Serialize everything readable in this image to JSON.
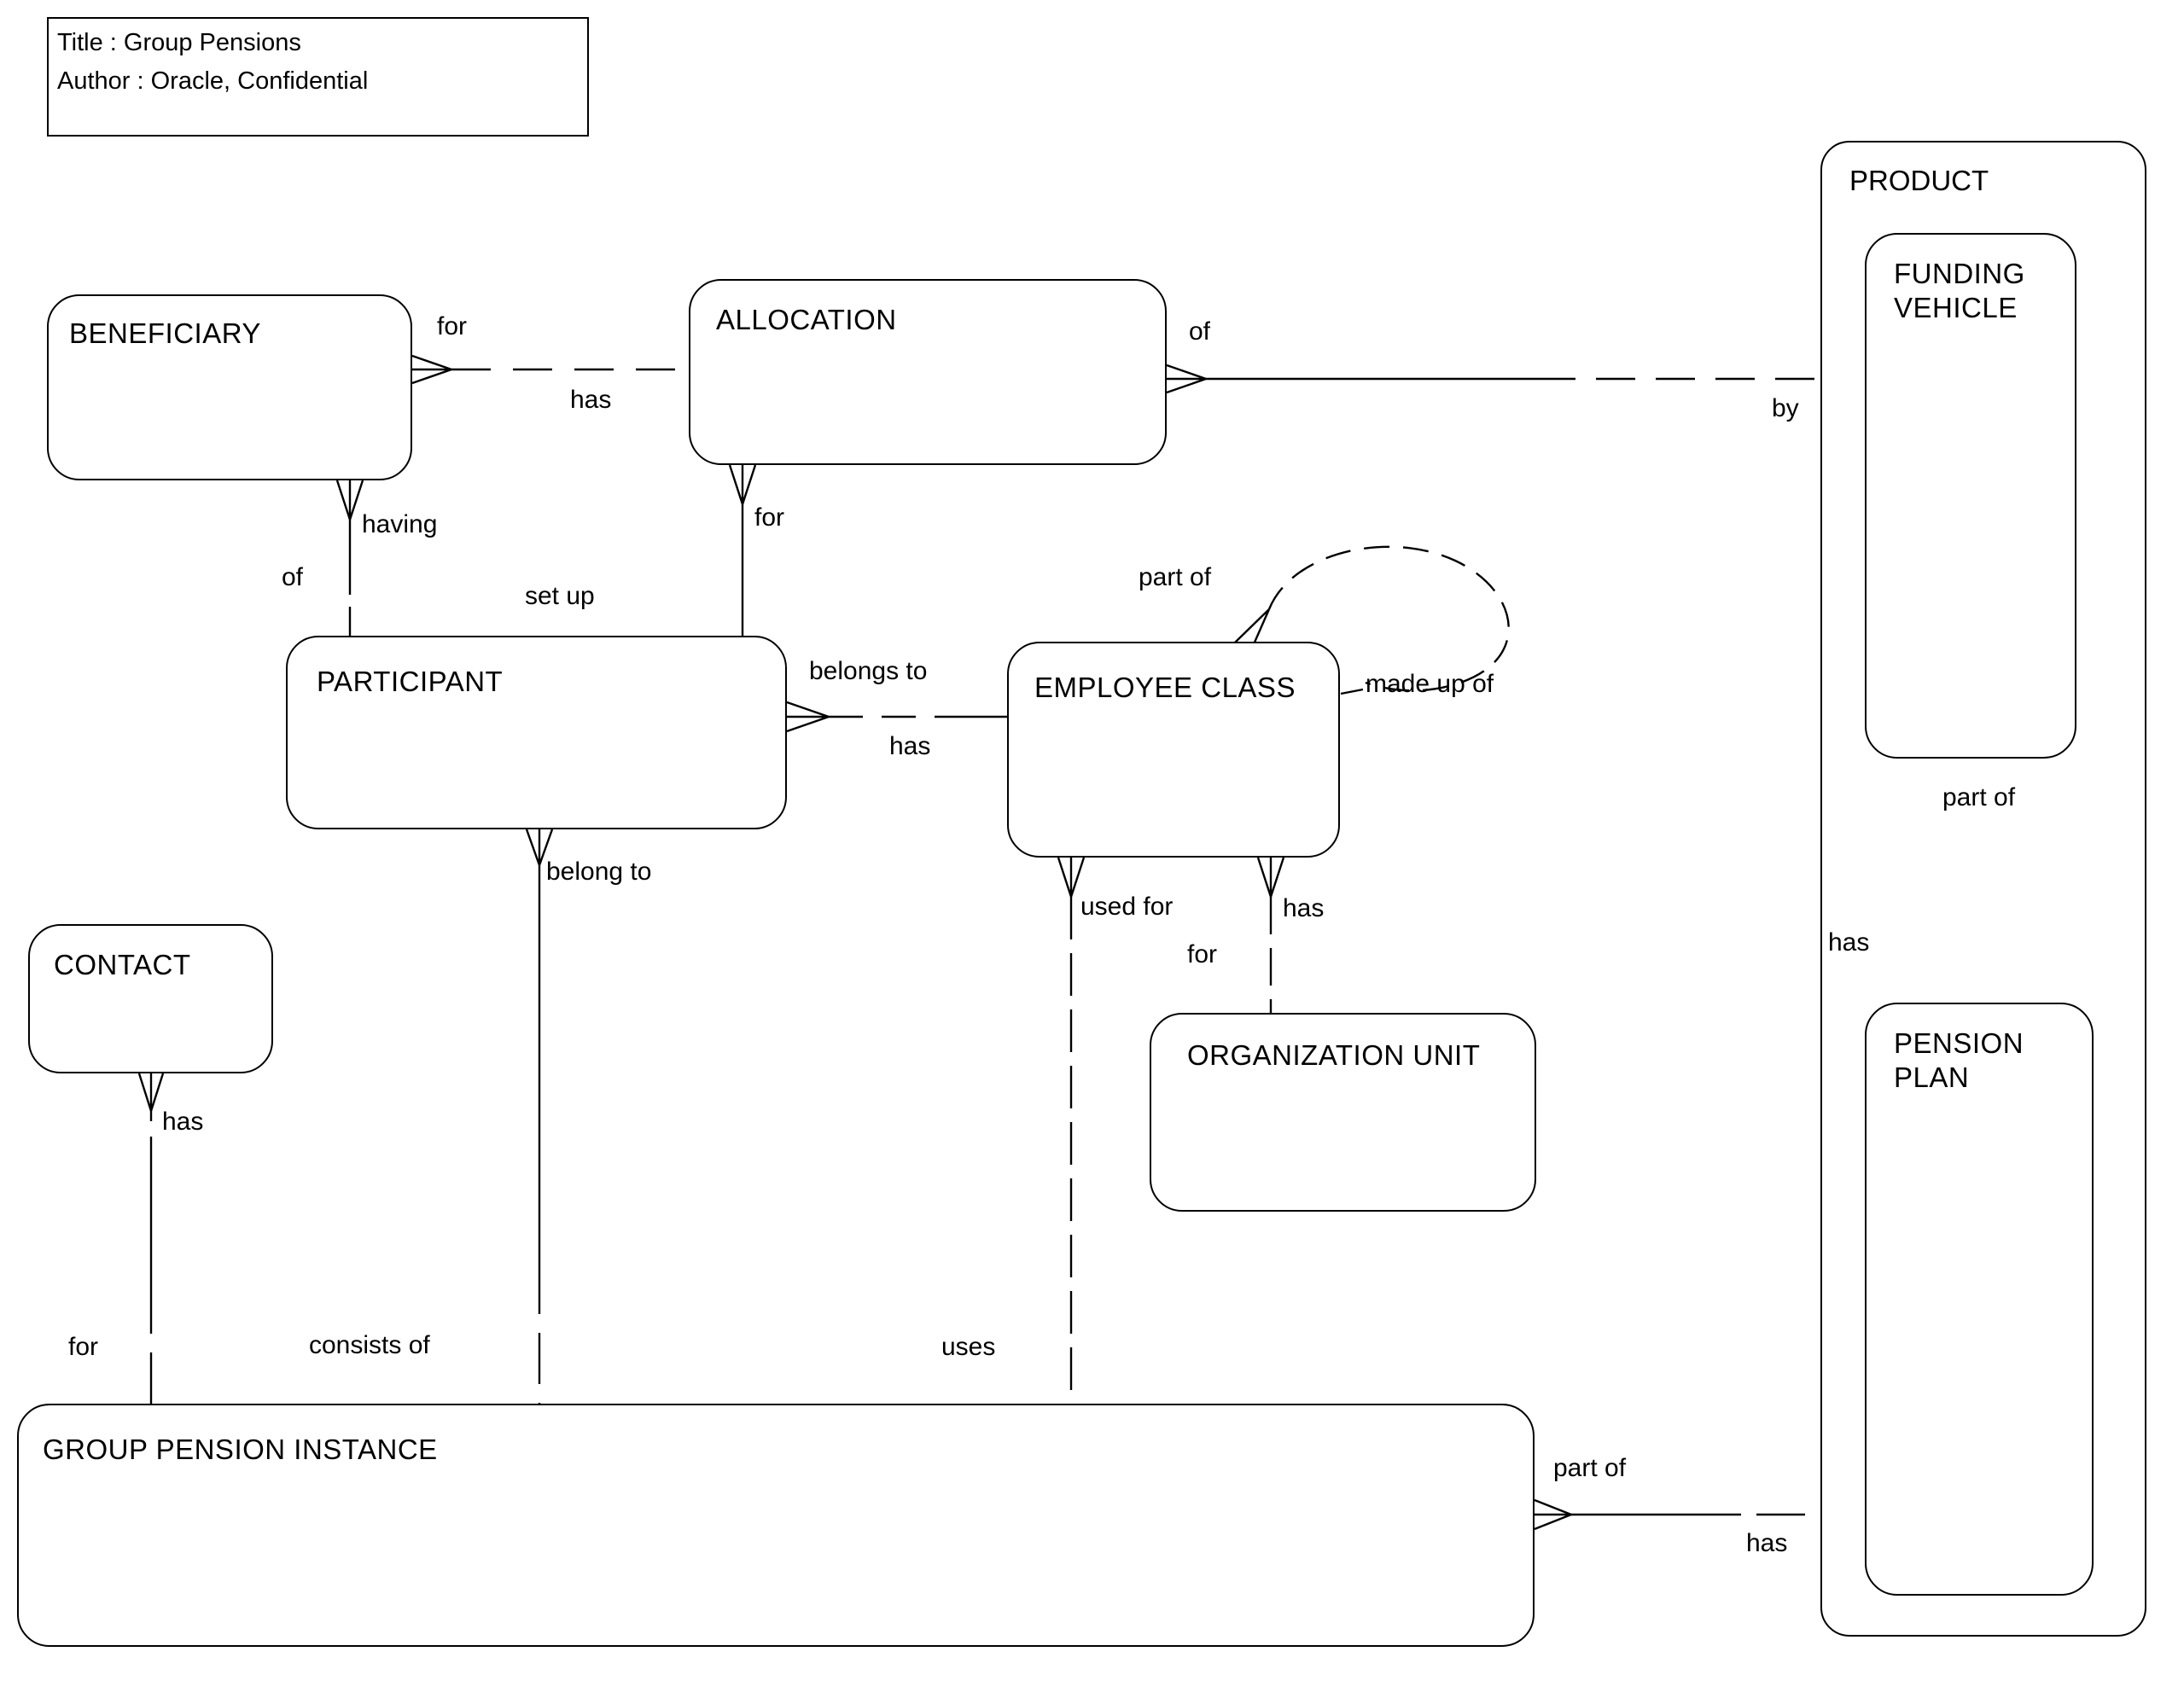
{
  "title_box": {
    "line1": "Title : Group Pensions",
    "line2": "Author : Oracle, Confidential"
  },
  "entities": {
    "beneficiary": "BENEFICIARY",
    "allocation": "ALLOCATION",
    "participant": "PARTICIPANT",
    "employee_class": "EMPLOYEE CLASS",
    "contact": "CONTACT",
    "organization_unit": "ORGANIZATION UNIT",
    "group_pension_instance": "GROUP PENSION INSTANCE",
    "product": "PRODUCT",
    "funding_vehicle": "FUNDING VEHICLE",
    "pension_plan": "PENSION PLAN"
  },
  "relationship_labels": {
    "ba_for": "for",
    "ba_has": "has",
    "bp_having": "having",
    "bp_of": "of",
    "ap_for": "for",
    "ap_set_up": "set up",
    "afv_of": "of",
    "afv_by": "by",
    "pec_belongs_to": "belongs to",
    "pec_has": "has",
    "loop_part_of": "part of",
    "loop_made_up_of": "made up of",
    "ecg_used_for": "used for",
    "ecg_uses": "uses",
    "eco_has": "has",
    "eco_for": "for",
    "cg_has": "has",
    "cg_for": "for",
    "pg_belong_to": "belong to",
    "pg_consists_of": "consists of",
    "gp_part_of": "part of",
    "gp_has": "has",
    "fp_part_of": "part of",
    "fp_has": "has"
  },
  "colors": {
    "stroke": "#000000",
    "background": "#ffffff"
  }
}
